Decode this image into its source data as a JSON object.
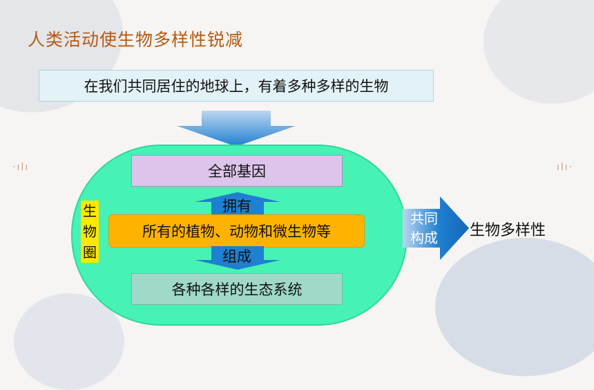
{
  "title": "人类活动使生物多样性锐减",
  "intro": "在我们共同居住的地球上，有着多种多样的生物",
  "biosphere": {
    "label_chars": [
      "生",
      "物",
      "圈"
    ]
  },
  "levels": {
    "genes": "全部基因",
    "organisms": "所有的植物、动物和微生物等",
    "ecosystems": "各种各样的生态系统"
  },
  "relations": {
    "own": "拥有",
    "form": "组成"
  },
  "compose": {
    "line1": "共同",
    "line2": "构成"
  },
  "result": "生物多样性",
  "colors": {
    "title": "#b55a14",
    "pill": "#47f2b5",
    "arrow_blue": "#1f7fd0",
    "genes_box": "#ddc4ea",
    "organisms_box": "#ffb300",
    "ecosystems_box": "#9fd9c9",
    "side_label": "#ffe800"
  }
}
